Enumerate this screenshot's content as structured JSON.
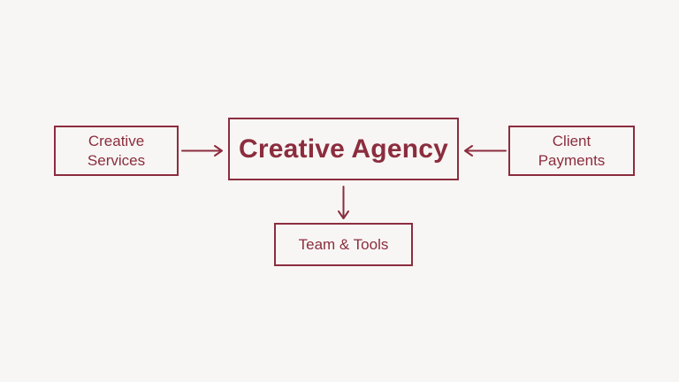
{
  "colors": {
    "accent": "#8B2D3E",
    "background": "#F8F6F4"
  },
  "diagram": {
    "title": "Creative Agency flow diagram",
    "nodes": {
      "center": {
        "label": "Creative Agency"
      },
      "left": {
        "label": "Creative Services"
      },
      "right": {
        "label": "Client Payments"
      },
      "bottom": {
        "label": "Team & Tools"
      }
    },
    "edges": [
      {
        "from": "Creative Services",
        "to": "Creative Agency",
        "direction": "right"
      },
      {
        "from": "Client Payments",
        "to": "Creative Agency",
        "direction": "left"
      },
      {
        "from": "Creative Agency",
        "to": "Team & Tools",
        "direction": "down"
      }
    ]
  }
}
